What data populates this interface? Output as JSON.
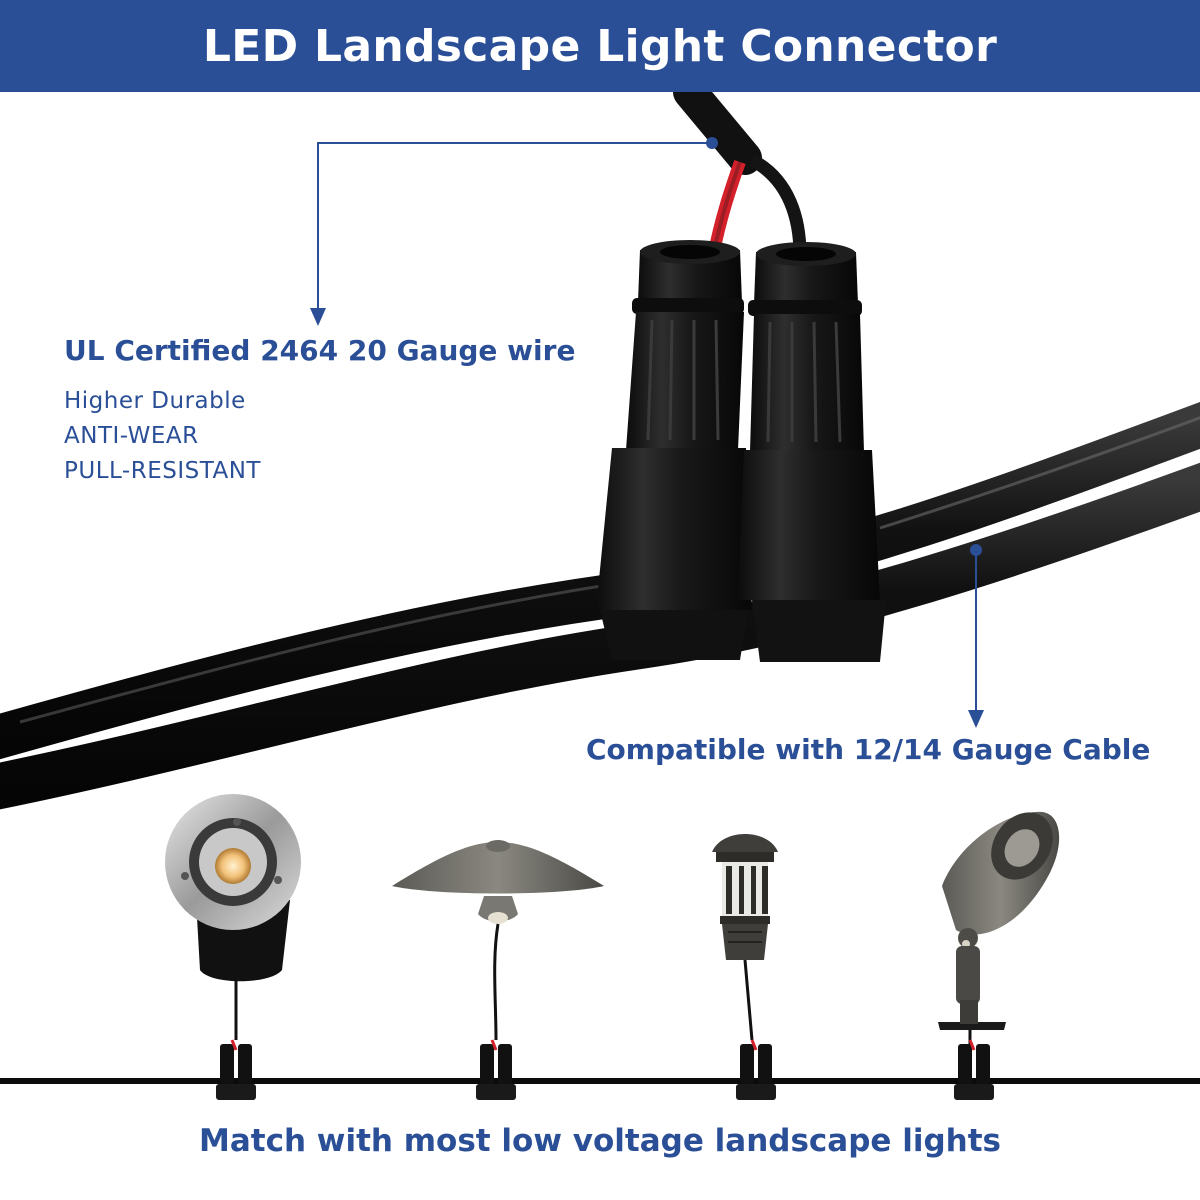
{
  "banner": {
    "title": "LED Landscape Light Connector"
  },
  "callouts": {
    "wire": {
      "heading": "UL Certified 2464 20 Gauge wire",
      "features": [
        "Higher Durable",
        "ANTI-WEAR",
        "PULL-RESISTANT"
      ]
    },
    "cable": {
      "heading": "Compatible with 12/14 Gauge Cable"
    }
  },
  "fixtures": [
    {
      "icon": "in-ground-well-light-icon"
    },
    {
      "icon": "mushroom-path-light-icon"
    },
    {
      "icon": "lantern-path-light-icon"
    },
    {
      "icon": "spotlight-icon"
    }
  ],
  "footer": {
    "caption": "Match with most low voltage landscape lights"
  },
  "colors": {
    "brand_blue": "#2a4f97",
    "connector_black": "#151515",
    "wire_red": "#d3202a"
  }
}
